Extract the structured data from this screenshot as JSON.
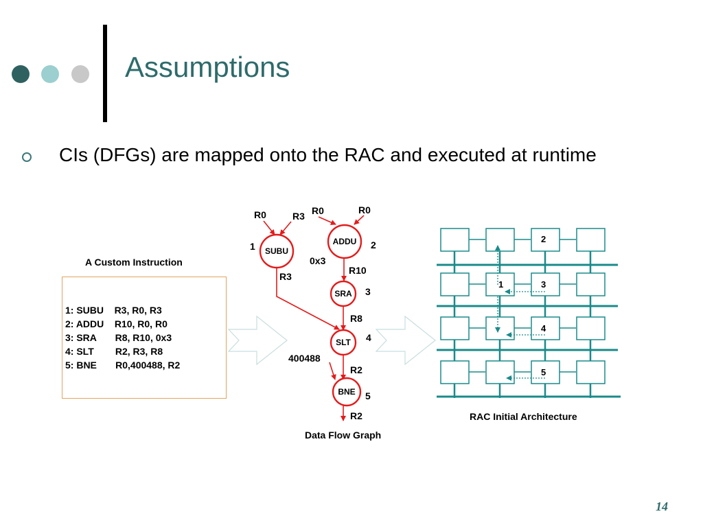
{
  "title": "Assumptions",
  "bullet": "CIs (DFGs) are mapped onto the RAC and executed at runtime",
  "custom_instruction": {
    "title": "A Custom Instruction",
    "lines": [
      "1: SUBU    R3, R0, R3",
      "2: ADDU    R10, R0, R0",
      "3: SRA       R8, R10, 0x3",
      "4: SLT        R2, R3, R8",
      "5: BNE       R0,400488, R2"
    ]
  },
  "dfg": {
    "label": "Data Flow Graph",
    "nodes": [
      {
        "op": "SUBU",
        "num": "1"
      },
      {
        "op": "ADDU",
        "num": "2"
      },
      {
        "op": "SRA",
        "num": "3"
      },
      {
        "op": "SLT",
        "num": "4"
      },
      {
        "op": "BNE",
        "num": "5"
      }
    ],
    "edge_labels": [
      "R0",
      "R3",
      "R0",
      "R0",
      "R3",
      "0x3",
      "R10",
      "R8",
      "400488",
      "R2",
      "R2"
    ]
  },
  "rac": {
    "label": "RAC Initial Architecture",
    "cell_numbers": [
      "2",
      "1",
      "3",
      "4",
      "5"
    ]
  },
  "colors": {
    "accent": "#2e6b6b",
    "teal": "#1a8a8a",
    "red": "#e31b1b",
    "dot1": "#2f6161",
    "dot2": "#9ccfcf",
    "dot3": "#c8c8c8"
  },
  "page_number": "14"
}
